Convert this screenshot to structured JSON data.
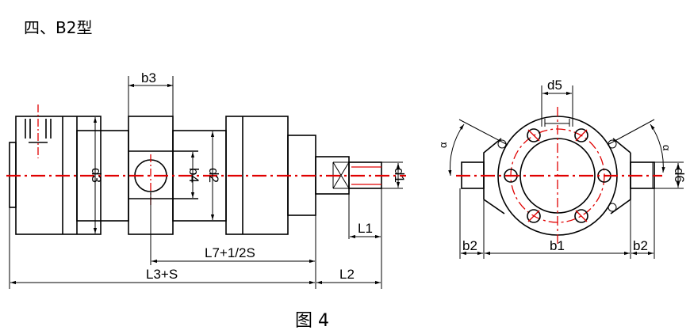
{
  "title": "四、B2型",
  "caption": "图 4",
  "colors": {
    "line": "#000000",
    "centerline": "#e00000"
  },
  "side_view": {
    "labels": {
      "b3": "b3",
      "d3": "d3",
      "b4": "b4",
      "d2": "d2",
      "d1": "d1",
      "L1": "L1",
      "L7": "L7+1/2S",
      "L3": "L3+S",
      "L2": "L2"
    }
  },
  "end_view": {
    "labels": {
      "d5": "d5",
      "d6": "d6",
      "b1": "b1",
      "b2_left": "b2",
      "b2_right": "b2",
      "angle_left": "α",
      "angle_right": "α"
    }
  }
}
